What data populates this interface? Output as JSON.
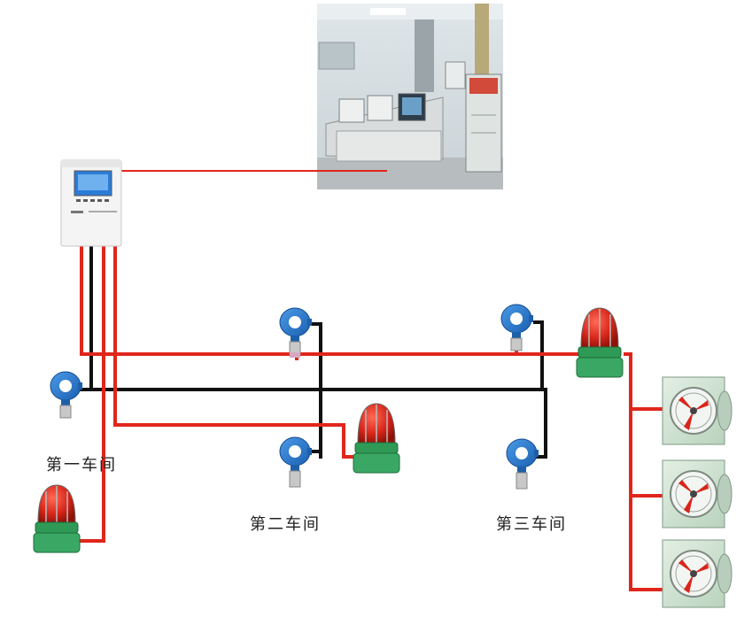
{
  "labels": {
    "workshop_1": "第一车间",
    "workshop_2": "第二车间",
    "workshop_3": "第三车间"
  },
  "colors": {
    "signal_wire": "#e0261c",
    "power_wire": "#111111",
    "detector_body": "#1f6fc4",
    "alarm_lamp": "#d8261a",
    "alarm_base": "#2f9a55",
    "fan_frame": "#cfe3d2",
    "controller_screen": "#2b7cd6"
  },
  "components": {
    "control_room": "control-room-photo",
    "controller": "gas-alarm-controller",
    "detectors": [
      "gas-detector",
      "gas-detector",
      "gas-detector",
      "gas-detector",
      "gas-detector"
    ],
    "alarm_lamps": [
      "explosion-proof-alarm-lamp",
      "explosion-proof-alarm-lamp",
      "explosion-proof-alarm-lamp"
    ],
    "fans": [
      "explosion-proof-exhaust-fan",
      "explosion-proof-exhaust-fan",
      "explosion-proof-exhaust-fan"
    ]
  }
}
